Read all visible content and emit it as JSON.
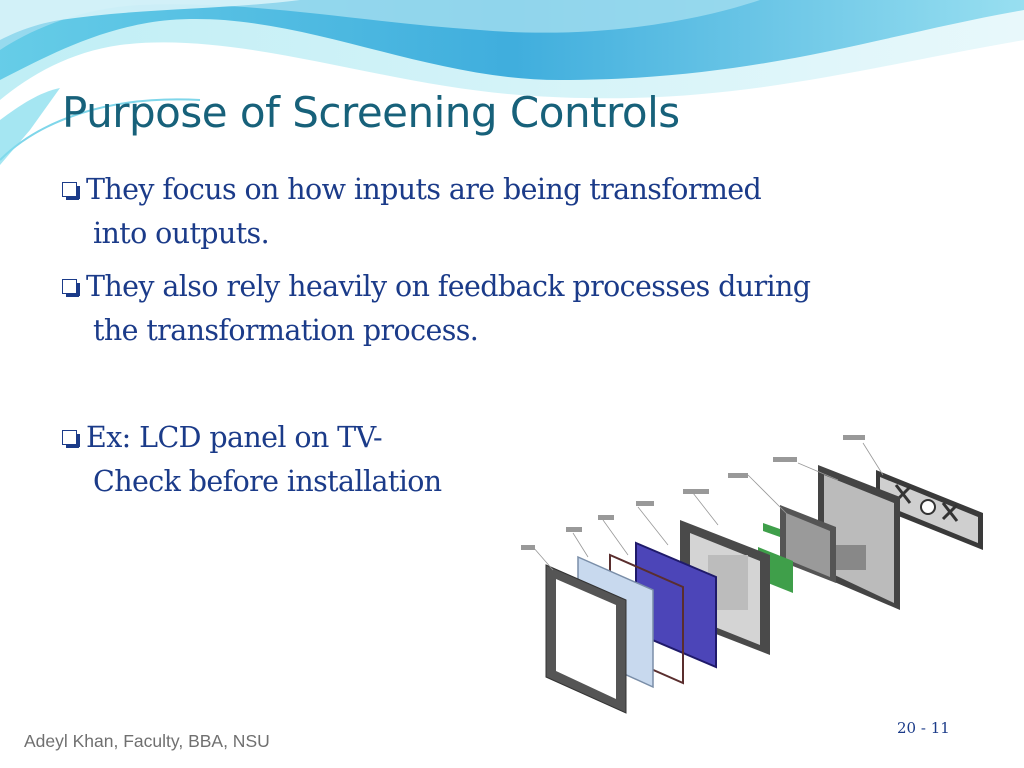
{
  "slide": {
    "title": "Purpose of Screening Controls",
    "bullets": [
      {
        "lines": [
          "They focus on how inputs are being transformed",
          "into outputs."
        ]
      },
      {
        "lines": [
          "They also rely heavily on feedback processes during",
          "the transformation process."
        ]
      },
      {
        "lines": [
          "Ex: LCD panel on TV-",
          "Check before installation"
        ]
      }
    ],
    "footer": "Adeyl Khan, Faculty, BBA, NSU",
    "slide_number": "20 - 11"
  },
  "colors": {
    "title": "#17617a",
    "body_text": "#1b3b89",
    "footer": "#707070",
    "wave_light": "#a8e3ee",
    "wave_mid": "#5cc4e4",
    "wave_dark": "#35a7d8"
  },
  "figure": {
    "icon": "lcd-panel-exploded-view-image"
  }
}
